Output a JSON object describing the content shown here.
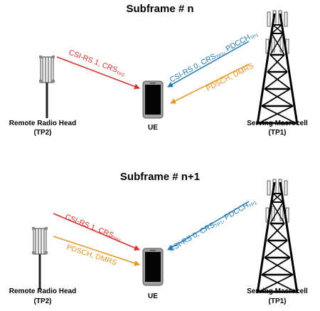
{
  "panels": [
    {
      "title": "Subframe # n",
      "rrh_label_line1": "Remote Radio Head",
      "rrh_label_line2": "(TP2)",
      "ue_label": "UE",
      "macro_label_line1": "Serving Macrocell",
      "macro_label_line2": "(TP1)",
      "signal_rrh": {
        "main": "CSI-RS 1, CRS",
        "sub": "TP2",
        "color": "#d32f2f"
      },
      "signal_macro_ctrl": {
        "main": "CSI-RS 0, CRS",
        "sub1": "TP1",
        "mid": ", PDCCH",
        "sub2": "TP1",
        "color": "#1f77b4"
      },
      "signal_macro_data": {
        "main": "PDSCH, DMRS",
        "color": "#e69422"
      }
    },
    {
      "title": "Subframe # n+1",
      "rrh_label_line1": "Remote Radio Head",
      "rrh_label_line2": "(TP2)",
      "ue_label": "UE",
      "macro_label_line1": "Serving Macrocell",
      "macro_label_line2": "(TP1)",
      "signal_rrh": {
        "main": "CSI-RS 1, CRS",
        "sub": "TP2",
        "color": "#d32f2f"
      },
      "signal_rrh_data": {
        "main": "PDSCH, DMRS",
        "color": "#e69422"
      },
      "signal_macro_ctrl": {
        "main": "CSI-RS 0, CRS",
        "sub1": "TP1",
        "mid": ", PDCCH",
        "sub2": "TP1",
        "color": "#1f77b4"
      }
    }
  ]
}
